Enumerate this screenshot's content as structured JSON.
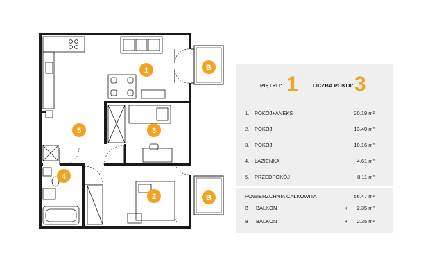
{
  "colors": {
    "accent": "#f2a324",
    "wall": "#1a1a1a",
    "panel": "#efefef"
  },
  "plan_labels": {
    "room1": "1",
    "room2": "2",
    "room3": "3",
    "room4": "4",
    "room5": "5",
    "balcony_top": "B",
    "balcony_bottom": "B"
  },
  "summary": {
    "floor_label": "PIĘTRO:",
    "floor_value": "1",
    "rooms_label": "LICZBA POKOI:",
    "rooms_value": "3",
    "rooms": [
      {
        "num": "1.",
        "name": "POKÓJ+ANEKS",
        "area": "20.19 m²"
      },
      {
        "num": "2.",
        "name": "POKÓJ",
        "area": "13.40 m²"
      },
      {
        "num": "3.",
        "name": "POKÓJ",
        "area": "10.16 m²"
      },
      {
        "num": "4.",
        "name": "ŁAZIENKA",
        "area": "4.61 m²"
      },
      {
        "num": "5.",
        "name": "PRZEDPOKÓJ",
        "area": "8.11 m²"
      }
    ],
    "total_label": "POWIERZCHNIA CAŁKOWITA",
    "total_area": "56.47 m²",
    "balconies": [
      {
        "letter": "B",
        "name": "BALKON",
        "plus": "+",
        "area": "2.35 m²"
      },
      {
        "letter": "B",
        "name": "BALKON",
        "plus": "+",
        "area": "2.35 m²"
      }
    ]
  }
}
